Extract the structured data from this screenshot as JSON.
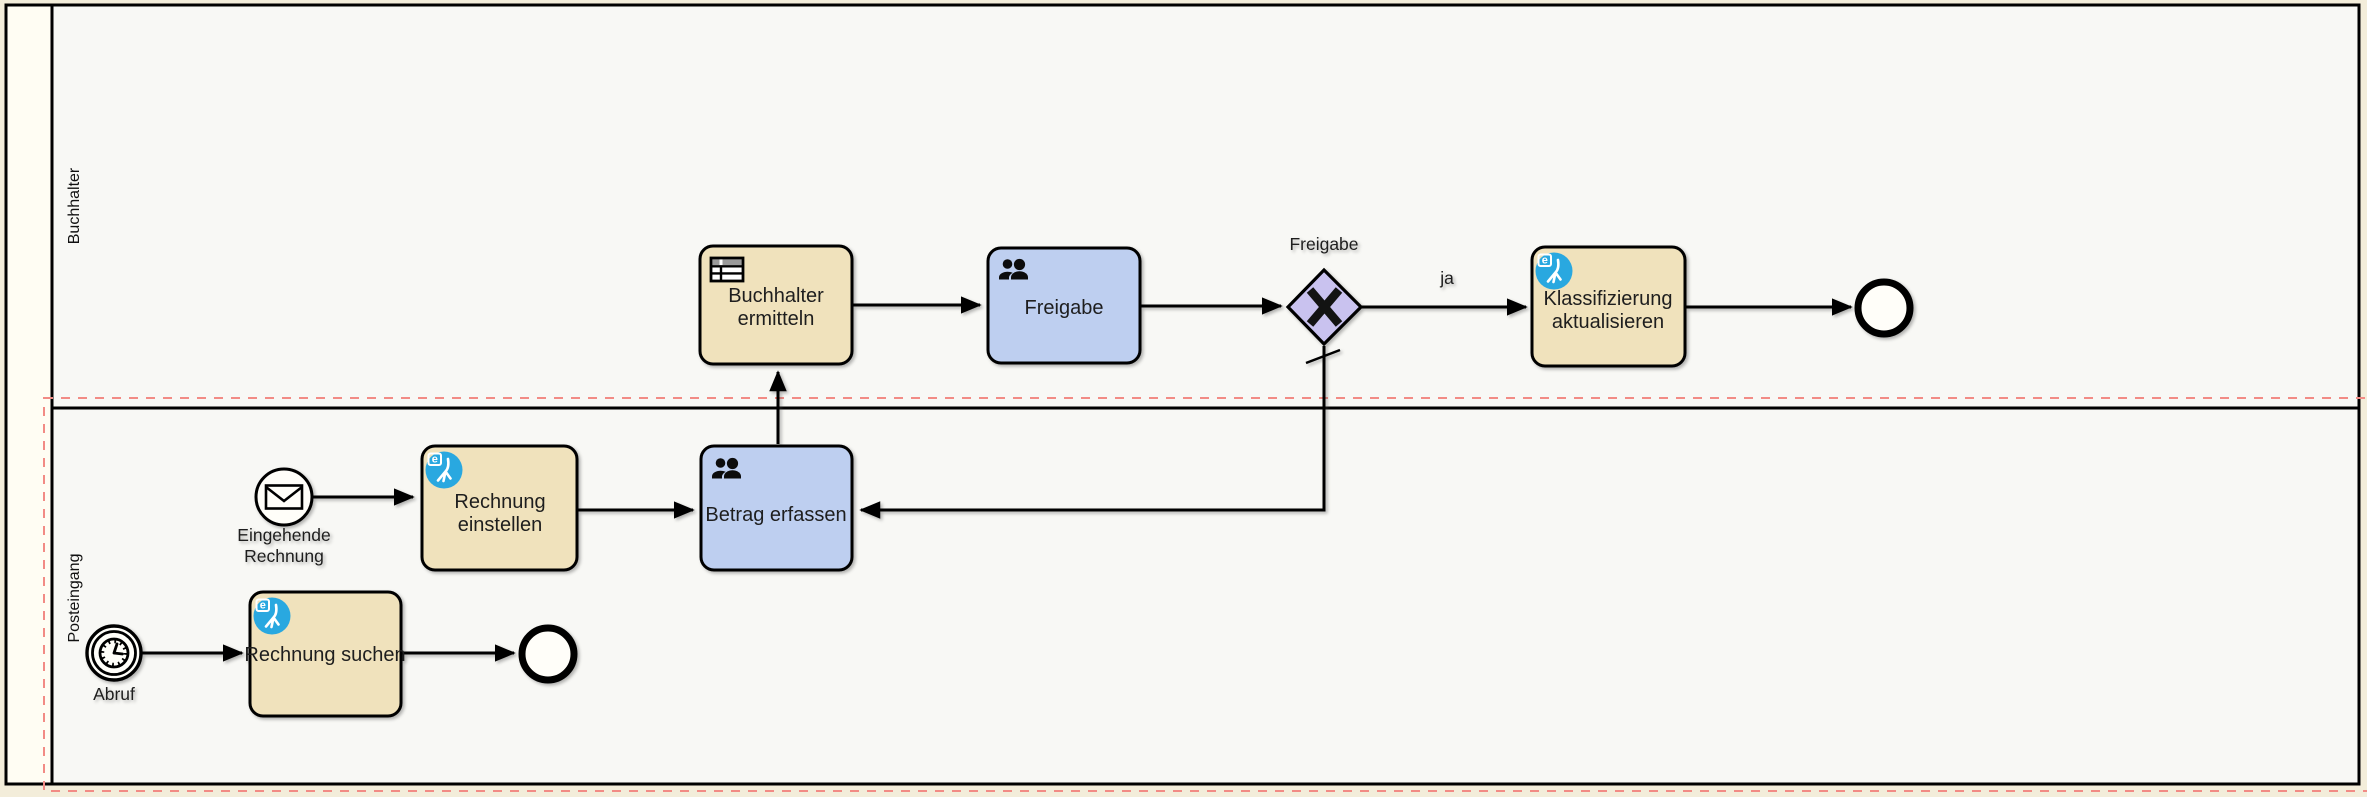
{
  "diagram": {
    "kind": "bpmn-process-diagram",
    "colors": {
      "canvas_beige": "#f3edda",
      "lane_background": "#f8f8f5",
      "pool_header": "#fffdf3",
      "task_tan": "#f0e2bc",
      "task_blue": "#becff0",
      "gateway_purple": "#c9c2ef",
      "selection_dashed_red": "#f28b85",
      "logo_blue": "#29a8e0",
      "outline_black": "#000000"
    },
    "lanes": [
      {
        "label": "Buchhalter"
      },
      {
        "label": "Posteingang"
      }
    ],
    "nodes": {
      "buchhalter_ermitteln": {
        "type": "business-rule-task",
        "icon": "table-icon",
        "line1": "Buchhalter",
        "line2": "ermitteln"
      },
      "freigabe_task": {
        "type": "user-task",
        "icon": "group-icon",
        "label": "Freigabe"
      },
      "freigabe_gateway": {
        "type": "exclusive-gateway-x",
        "label": "Freigabe"
      },
      "klassifizierung_aktualisieren": {
        "type": "service-task",
        "icon": "e-logo-icon",
        "line1": "Klassifizierung",
        "line2": "aktualisieren"
      },
      "end_event_oben": {
        "type": "end-event"
      },
      "eingehende_rechnung": {
        "type": "message-start-event",
        "icon": "envelope-icon",
        "line1": "Eingehende",
        "line2": "Rechnung"
      },
      "rechnung_einstellen": {
        "type": "service-task",
        "icon": "e-logo-icon",
        "line1": "Rechnung",
        "line2": "einstellen"
      },
      "betrag_erfassen": {
        "type": "user-task",
        "icon": "group-icon",
        "label": "Betrag erfassen"
      },
      "abruf_timer": {
        "type": "timer-event",
        "icon": "clock-icon",
        "label": "Abruf"
      },
      "rechnung_suchen": {
        "type": "service-task",
        "icon": "e-logo-icon",
        "label": "Rechnung suchen"
      },
      "end_event_unten": {
        "type": "end-event"
      }
    },
    "edges": {
      "gateway_to_klassifizierung": {
        "label": "ja"
      },
      "gateway_default_to_betrag": {
        "marker": "default-flow-slash"
      }
    }
  }
}
